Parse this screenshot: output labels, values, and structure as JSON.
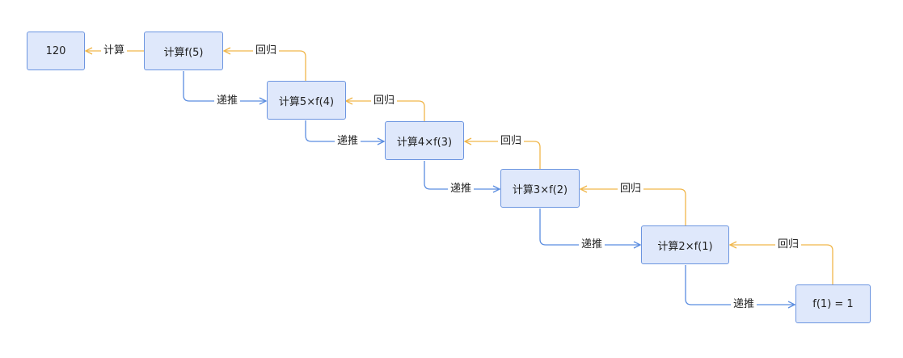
{
  "colors": {
    "node_fill": "#dfe8fb",
    "node_border": "#6c95e0",
    "recurse_arrow": "#5b8de0",
    "return_arrow": "#f0b64a"
  },
  "nodes": {
    "result": "120",
    "f5": "计算f(5)",
    "f4": "计算5×f(4)",
    "f3": "计算4×f(3)",
    "f2": "计算3×f(2)",
    "f1": "计算2×f(1)",
    "base": "f(1) = 1"
  },
  "edges": {
    "compute": "计算",
    "recurse": "递推",
    "return": "回归"
  }
}
